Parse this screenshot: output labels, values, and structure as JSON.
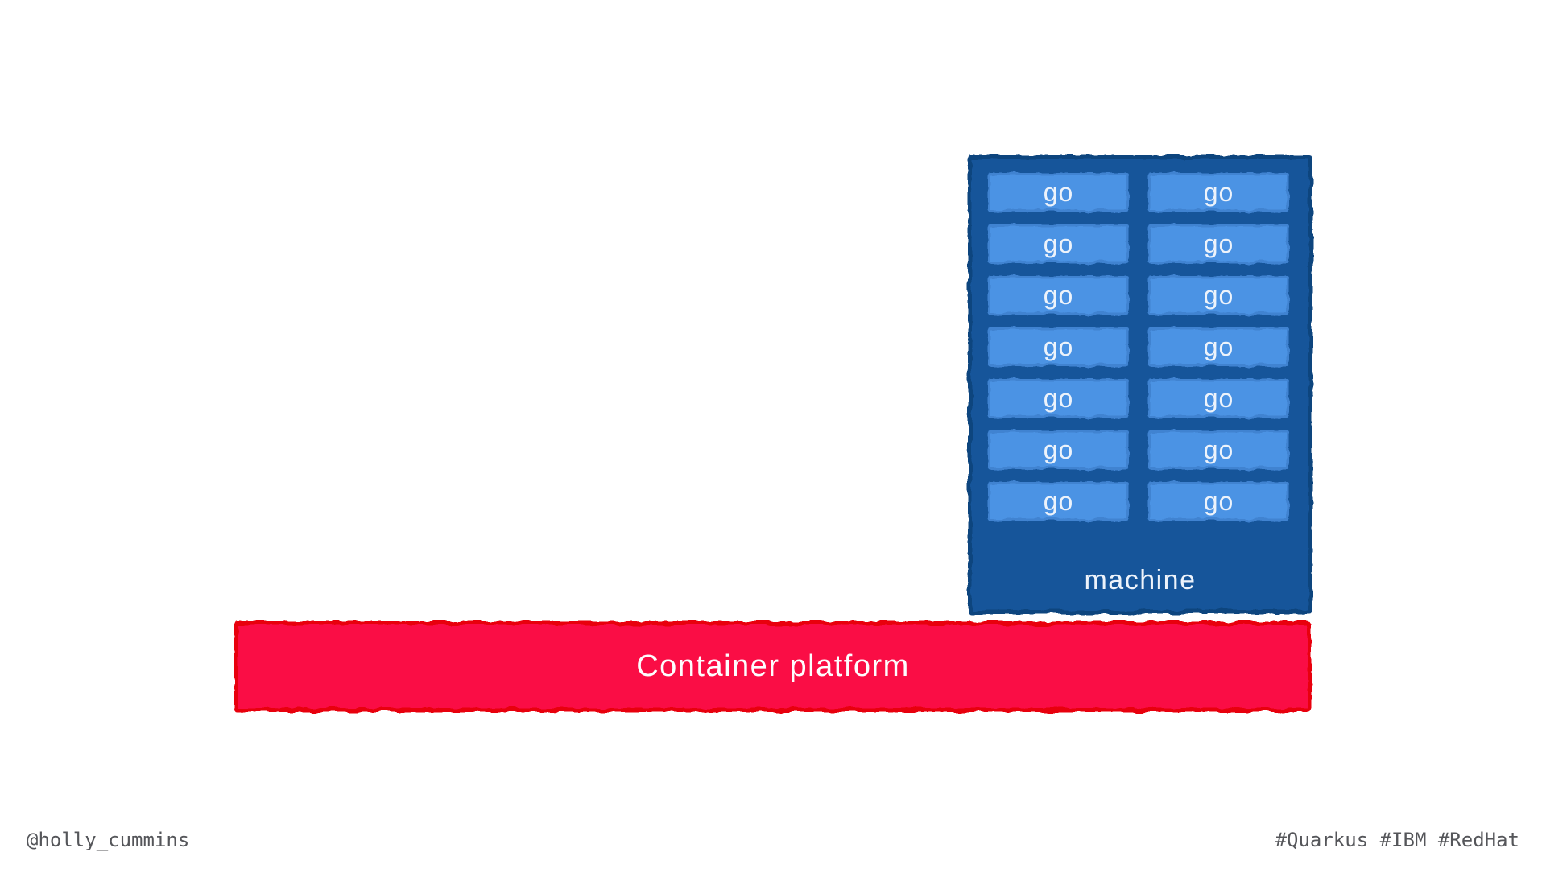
{
  "colors": {
    "background": "#FFFFFF",
    "machine_fill": "#16549A",
    "machine_border": "#11457E",
    "go_fill": "#4C93E4",
    "go_border": "#3F83D1",
    "box_label": "#EDF3FB",
    "platform_fill": "#FA0A45",
    "platform_border": "#E8000A",
    "platform_label_color": "#FDFDFE",
    "footer_text": "#55565A"
  },
  "machine": {
    "label": "machine",
    "processes": [
      {
        "label": "go"
      },
      {
        "label": "go"
      },
      {
        "label": "go"
      },
      {
        "label": "go"
      },
      {
        "label": "go"
      },
      {
        "label": "go"
      },
      {
        "label": "go"
      },
      {
        "label": "go"
      },
      {
        "label": "go"
      },
      {
        "label": "go"
      },
      {
        "label": "go"
      },
      {
        "label": "go"
      },
      {
        "label": "go"
      },
      {
        "label": "go"
      }
    ]
  },
  "platform": {
    "label": "Container platform"
  },
  "footer": {
    "left": "@holly_cummins",
    "right": "#Quarkus #IBM #RedHat"
  }
}
